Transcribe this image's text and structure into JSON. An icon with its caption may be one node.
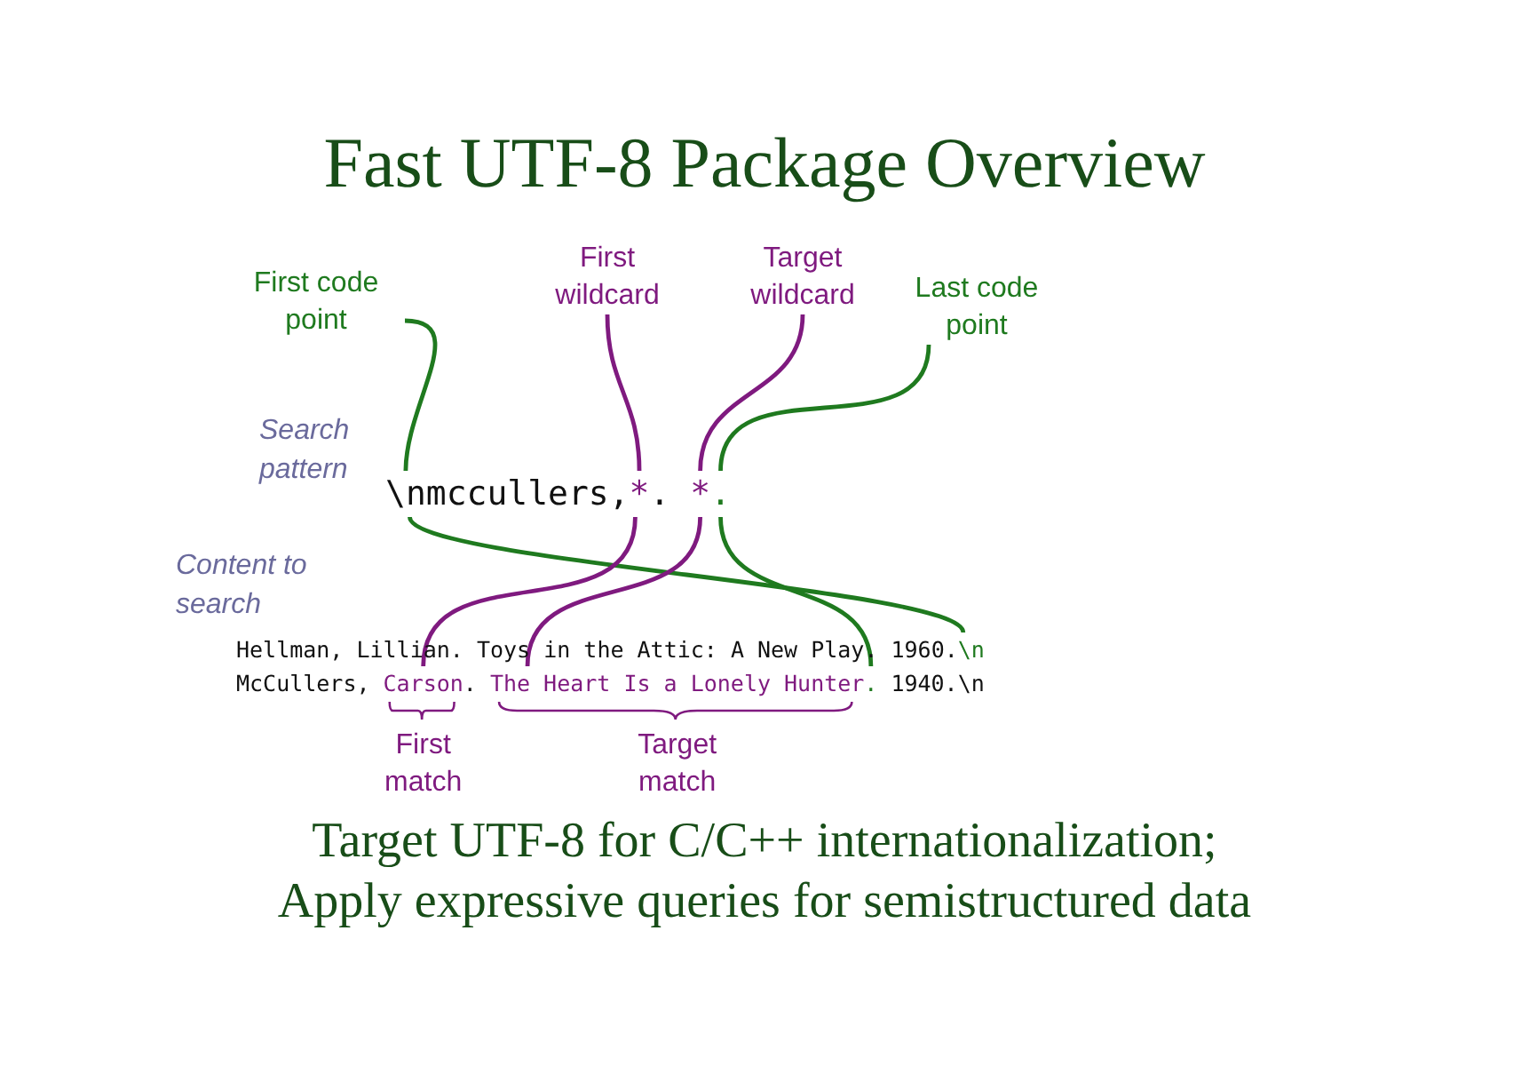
{
  "diagram": {
    "title": "Fast UTF-8 Package Overview",
    "caption": "Target UTF-8 for C/C++ internationalization;",
    "nodes": [
      {
        "text": [
          "First code point"
        ]
      },
      {
        "text": [
          "First wildcard"
        ]
      },
      {
        "text": [
          "Target wildcard"
        ]
      },
      {
        "text": [
          "Last code point"
        ]
      },
      {
        "text": [
          "\\n"
        ]
      },
      {
        "text": [
          "*"
        ]
      },
      {
        "text": [
          "*"
        ]
      },
      {
        "text": [
          "."
        ]
      },
      {
        "text": [
          "\\n"
        ]
      },
      {
        "text": [
          "Carson"
        ],
        "beside": [
          "First match"
        ]
      },
      {
        "text": [
          "The Heart Is a Lonely Hunter"
        ],
        "beside": [
          "Target match"
        ]
      },
      {
        "text": [
          "."
        ]
      }
    ],
    "edges": [
      {
        "from": 0,
        "to": 4,
        "arrow": "none"
      },
      {
        "from": 1,
        "to": 5,
        "arrow": "none",
        "color": "#7f1a7f"
      },
      {
        "from": 2,
        "to": 6,
        "arrow": "none",
        "color": "#7f1a7f"
      },
      {
        "from": 3,
        "to": 7,
        "arrow": "none"
      },
      {
        "from": 4,
        "to": 8,
        "arrow": "none"
      },
      {
        "from": 5,
        "to": 9,
        "arrow": "none",
        "color": "#7f1a7f"
      },
      {
        "from": 6,
        "to": 10,
        "arrow": "none",
        "color": "#7f1a7f"
      },
      {
        "from": 7,
        "to": 11,
        "arrow": "none"
      }
    ],
    "labels": [
      "Search pattern",
      "mccullers,",
      ".",
      "Content to search",
      "Hellman, Lillian. Toys in the Attic: A New Play. 1960.",
      "McCullers,",
      ".",
      "1940.\\n",
      "Apply expressive queries for semistructured data"
    ]
  }
}
